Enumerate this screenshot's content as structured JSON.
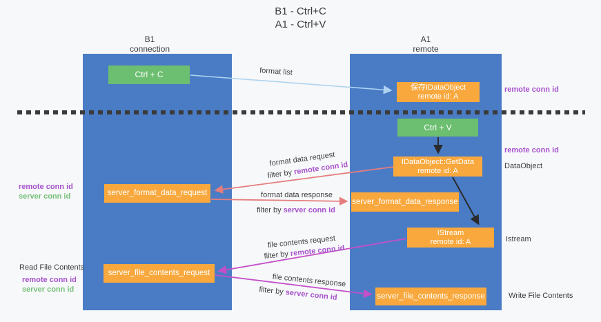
{
  "title": {
    "line1": "B1 - Ctrl+C",
    "line2": "A1 - Ctrl+V"
  },
  "lanes": {
    "left": {
      "name": "B1",
      "role": "connection"
    },
    "right": {
      "name": "A1",
      "role": "remote"
    }
  },
  "nodes": {
    "ctrl_c": {
      "label": "Ctrl + C"
    },
    "ctrl_v": {
      "label": "Ctrl + V"
    },
    "save_dataobject": {
      "line1": "保存IDataObject",
      "line2": "remote id: A"
    },
    "getdata": {
      "line1": "IDataObject::GetData",
      "line2": "remote id: A"
    },
    "istream": {
      "line1": "IStream",
      "line2": "remote id: A"
    },
    "format_request": {
      "label": "server_format_data_request"
    },
    "format_response": {
      "label": "server_format_data_response"
    },
    "file_request": {
      "label": "server_file_contents_request"
    },
    "file_response": {
      "label": "server_file_contents_response"
    }
  },
  "edges": {
    "format_list": {
      "label": "format list"
    },
    "format_request": {
      "label": "format data request",
      "filter_prefix": "filter by",
      "filter_key": "remote conn id"
    },
    "format_response": {
      "label": "format data response",
      "filter_prefix": "filter by",
      "filter_key": "server conn id"
    },
    "file_request": {
      "label": "file contents request",
      "filter_prefix": "filter by",
      "filter_key": "remote conn id"
    },
    "file_response": {
      "label": "file contents response",
      "filter_prefix": "filter by",
      "filter_key": "server conn id"
    }
  },
  "annotations": {
    "left": {
      "format_remote": "remote conn id",
      "format_server": "server conn id",
      "read_file": "Read File Contents",
      "file_remote": "remote conn id",
      "file_server": "server conn id"
    },
    "right": {
      "top_remote": "remote conn id",
      "mid_remote": "remote conn id",
      "dataobject": "DataObject",
      "istream": "Istream",
      "write_file": "Write File Contents"
    }
  },
  "colors": {
    "background": "#f7f8fa",
    "lane_blue": "#4a7cc6",
    "box_green": "#6cbe70",
    "box_orange": "#f8a83d",
    "arrow_salmon": "#e57d7d",
    "arrow_magenta": "#c44fc8",
    "arrow_lightblue": "#aed4f0",
    "arrow_black": "#2b2b2b",
    "text_purple": "#a653cb",
    "text_green": "#76c078",
    "dashed_line": "#3a3a3a"
  }
}
